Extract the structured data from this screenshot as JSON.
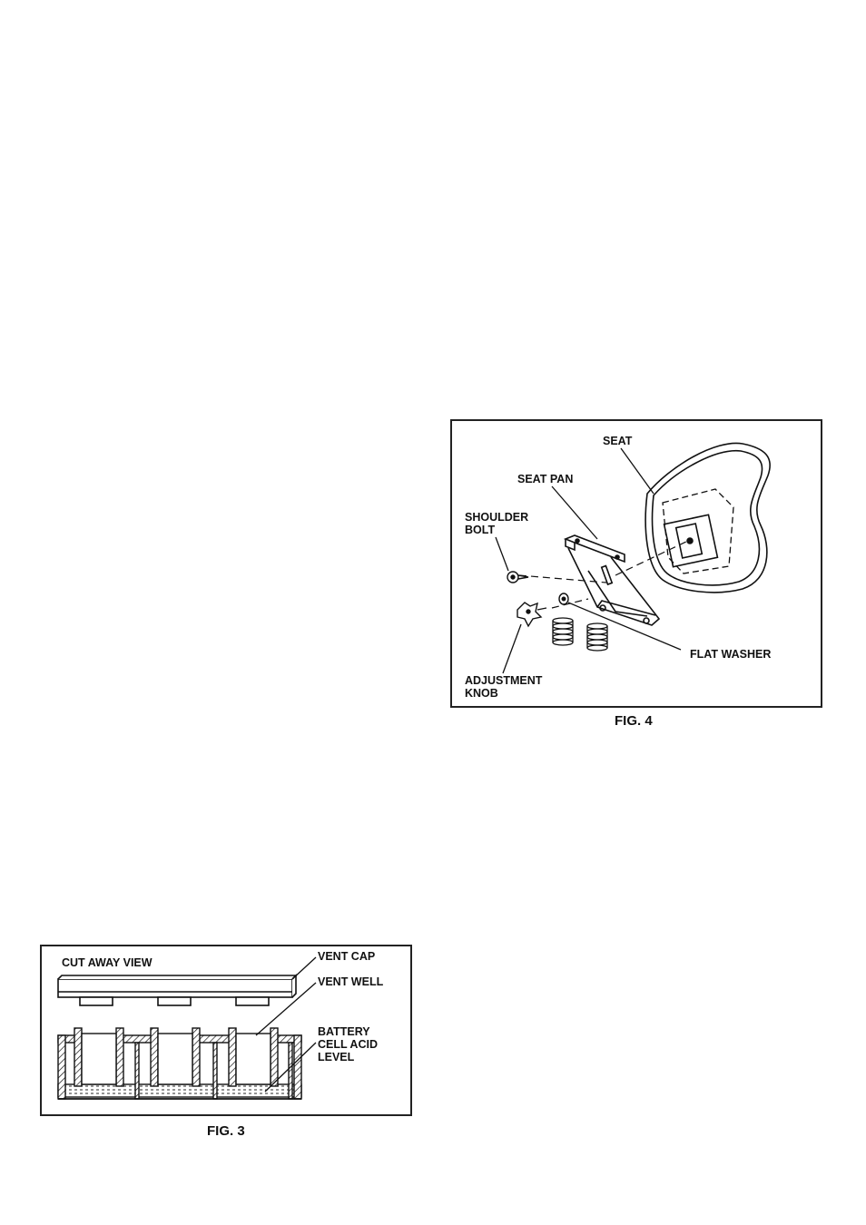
{
  "fig4": {
    "caption": "FIG. 4",
    "labels": {
      "seat": "SEAT",
      "seat_pan": "SEAT PAN",
      "shoulder_bolt_1": "SHOULDER",
      "shoulder_bolt_2": "BOLT",
      "flat_washer": "FLAT WASHER",
      "adjustment_knob_1": "ADJUSTMENT",
      "adjustment_knob_2": "KNOB"
    }
  },
  "fig3": {
    "caption": "FIG. 3",
    "labels": {
      "cut_away_view": "CUT AWAY VIEW",
      "vent_cap": "VENT CAP",
      "vent_well": "VENT WELL",
      "battery_1": "BATTERY",
      "battery_2": "CELL ACID",
      "battery_3": "LEVEL"
    }
  }
}
